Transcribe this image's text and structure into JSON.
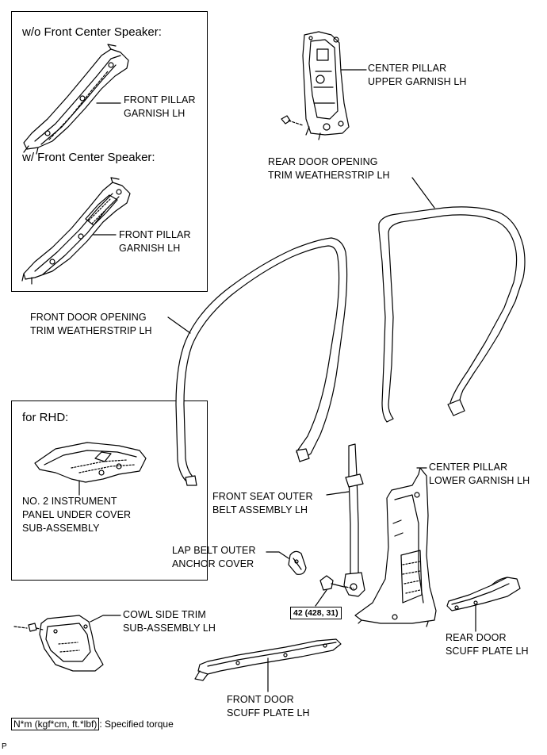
{
  "insets": {
    "front_pillar": {
      "wo_heading": "w/o Front Center Speaker:",
      "w_heading": "w/ Front Center Speaker:",
      "label_top": "FRONT PILLAR\nGARNISH LH",
      "label_bottom": "FRONT PILLAR\nGARNISH LH"
    },
    "rhd": {
      "heading": "for RHD:",
      "label": "NO. 2 INSTRUMENT\nPANEL UNDER COVER\nSUB-ASSEMBLY"
    }
  },
  "labels": {
    "center_pillar_upper": "CENTER PILLAR\nUPPER GARNISH LH",
    "rear_door_weatherstrip": "REAR DOOR OPENING\nTRIM WEATHERSTRIP LH",
    "front_door_weatherstrip": "FRONT DOOR OPENING\nTRIM WEATHERSTRIP LH",
    "center_pillar_lower": "CENTER PILLAR\nLOWER GARNISH LH",
    "front_seat_belt": "FRONT SEAT OUTER\nBELT ASSEMBLY LH",
    "lap_belt_cover": "LAP BELT OUTER\nANCHOR COVER",
    "cowl_side_trim": "COWL SIDE TRIM\nSUB-ASSEMBLY LH",
    "rear_door_scuff": "REAR DOOR\nSCUFF PLATE LH",
    "front_door_scuff": "FRONT DOOR\nSCUFF PLATE LH"
  },
  "torque": {
    "value": "42 (428, 31)"
  },
  "legend": {
    "unit": "N*m (kgf*cm, ft.*lbf)",
    "description": ": Specified torque"
  },
  "corner_mark": "P"
}
